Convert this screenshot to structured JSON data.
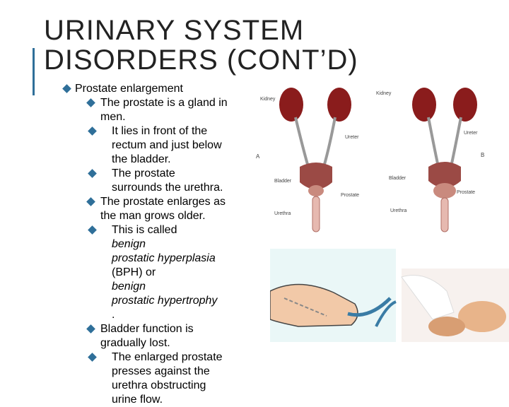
{
  "slide": {
    "title_line1": "URINARY SYSTEM",
    "title_line2": "DISORDERS (CONT’D)"
  },
  "bullets": {
    "b1": "Prostate enlargement",
    "b1_1": [
      "The prostate is a gland in",
      "men."
    ],
    "b1_1_1": [
      "It lies in front of the",
      "rectum and just below",
      "the bladder."
    ],
    "b1_1_2": [
      "The prostate",
      "surrounds the urethra."
    ],
    "b1_2": [
      "The prostate enlarges as",
      "the man grows older."
    ],
    "b1_2_1_a": "This is called ",
    "b1_2_1_b": "benign",
    "b1_2_1_c": "prostatic hyperplasia",
    "b1_2_1_d": "(BPH) or ",
    "b1_2_1_e": "benign",
    "b1_2_1_f": "prostatic hypertrophy",
    "b1_2_1_g": ".",
    "b1_3": [
      "Bladder function is",
      "gradually lost."
    ],
    "b1_3_1": [
      "The enlarged prostate",
      "presses against the",
      "urethra obstructing",
      "urine flow."
    ]
  },
  "figure_labels": {
    "left": {
      "kidney": "Kidney",
      "ureter": "Ureter",
      "bladder": "Bladder",
      "prostate": "Prostate",
      "urethra": "Urethra",
      "letter": "A"
    },
    "right": {
      "kidney": "Kidney",
      "ureter": "Ureter",
      "bladder": "Bladder",
      "prostate": "Prostate",
      "urethra": "Urethra",
      "letter": "B"
    }
  },
  "colors": {
    "accent": "#2f6f99",
    "kidney": "#8a1c1c",
    "bladder": "#9b4a45"
  }
}
